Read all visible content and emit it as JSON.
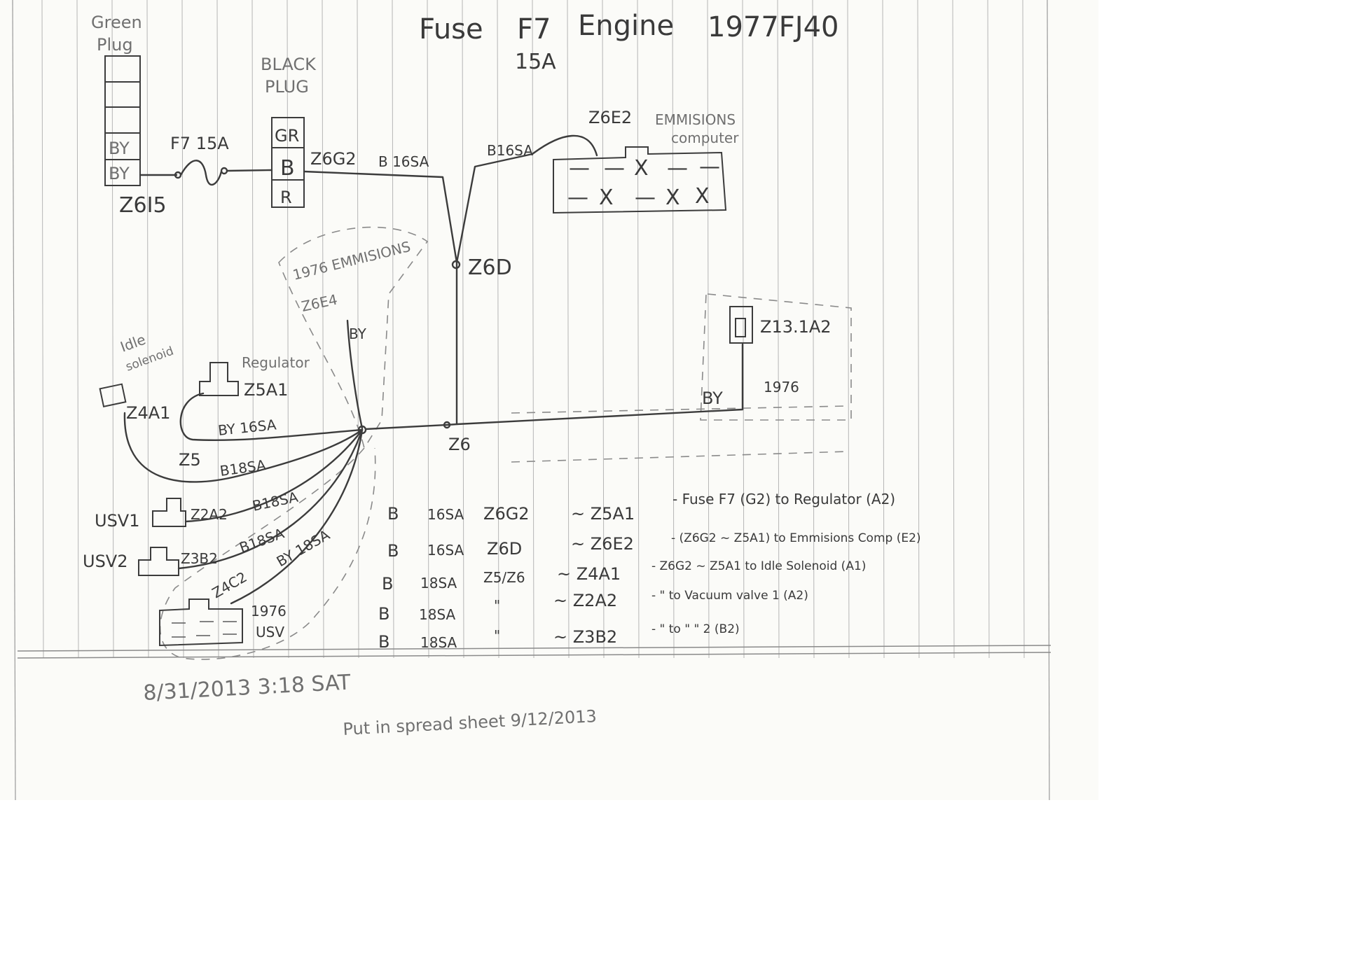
{
  "title": {
    "fuse": "Fuse",
    "fuse_id": "F7",
    "circuit": "Engine",
    "vehicle": "1977FJ40",
    "rating": "15A"
  },
  "green_plug": {
    "label_line1": "Green",
    "label_line2": "Plug",
    "slots": [
      "",
      "",
      "",
      "BY",
      "BY"
    ],
    "terminal_id": "Z6I5"
  },
  "fuse_f7": {
    "label": "F7 15A"
  },
  "black_plug": {
    "label_line1": "BLACK",
    "label_line2": "PLUG",
    "slots": [
      "GR",
      "B",
      "R"
    ]
  },
  "wires": {
    "z6g2": "Z6G2",
    "b16sa_1": "B 16SA",
    "b16sa_2": "B16SA",
    "z6e2": "Z6E2",
    "z6d": "Z6D",
    "z6": "Z6",
    "by_main": "BY",
    "by16sa": "BY 16SA",
    "z5": "Z5",
    "b18sa_1": "B18SA",
    "b18sa_2": "B18SA",
    "b18sa_3": "B18SA",
    "by18sa": "BY 18SA",
    "z4c2": "Z4C2",
    "by_1976": "BY",
    "y1976": "1976"
  },
  "emissions_computer": {
    "label_line1": "EMMISIONS",
    "label_line2": "computer",
    "row1": [
      "—",
      "—",
      "X",
      "—",
      "—"
    ],
    "row2": [
      "—",
      "X",
      "—",
      "X",
      "X"
    ]
  },
  "emissions_1976": {
    "line1": "1976 EMMISIONS",
    "line2": "Z6E4"
  },
  "right_connector": {
    "label": "Z13.1A2"
  },
  "idle_solenoid": {
    "label_line1": "Idle",
    "label_line2": "solenoid",
    "terminal": "Z4A1"
  },
  "regulator": {
    "label": "Regulator",
    "terminal": "Z5A1"
  },
  "usv1": {
    "label": "USV1",
    "terminal": "Z2A2"
  },
  "usv2": {
    "label": "USV2",
    "terminal": "Z3B2"
  },
  "usv_1976": {
    "line1": "1976",
    "line2": "USV"
  },
  "wire_table": [
    {
      "color": "B",
      "gauge": "16SA",
      "from": "Z6G2",
      "to": "~ Z5A1",
      "desc": "- Fuse F7 (G2) to Regulator (A2)"
    },
    {
      "color": "B",
      "gauge": "16SA",
      "from": "Z6D",
      "to": "~ Z6E2",
      "desc": "- (Z6G2 ~ Z5A1)  to Emmisions Comp (E2)"
    },
    {
      "color": "B",
      "gauge": "18SA",
      "from": "Z5/Z6",
      "to": "~ Z4A1",
      "desc": "- Z6G2 ~ Z5A1 to Idle Solenoid (A1)"
    },
    {
      "color": "B",
      "gauge": "18SA",
      "from": "\"",
      "to": "~ Z2A2",
      "desc": "-    \"     to Vacuum valve 1 (A2)"
    },
    {
      "color": "B",
      "gauge": "18SA",
      "from": "\"",
      "to": "~ Z3B2",
      "desc": "-    \"     to   \"    \"  2 (B2)"
    }
  ],
  "footer": {
    "date_line": "8/31/2013  3:18 SAT",
    "note_line": "Put in spread sheet  9/12/2013"
  },
  "colors": {
    "ink": "#3a3a3a",
    "paper": "#fbfbf8",
    "rule": "#b5b5b5"
  }
}
